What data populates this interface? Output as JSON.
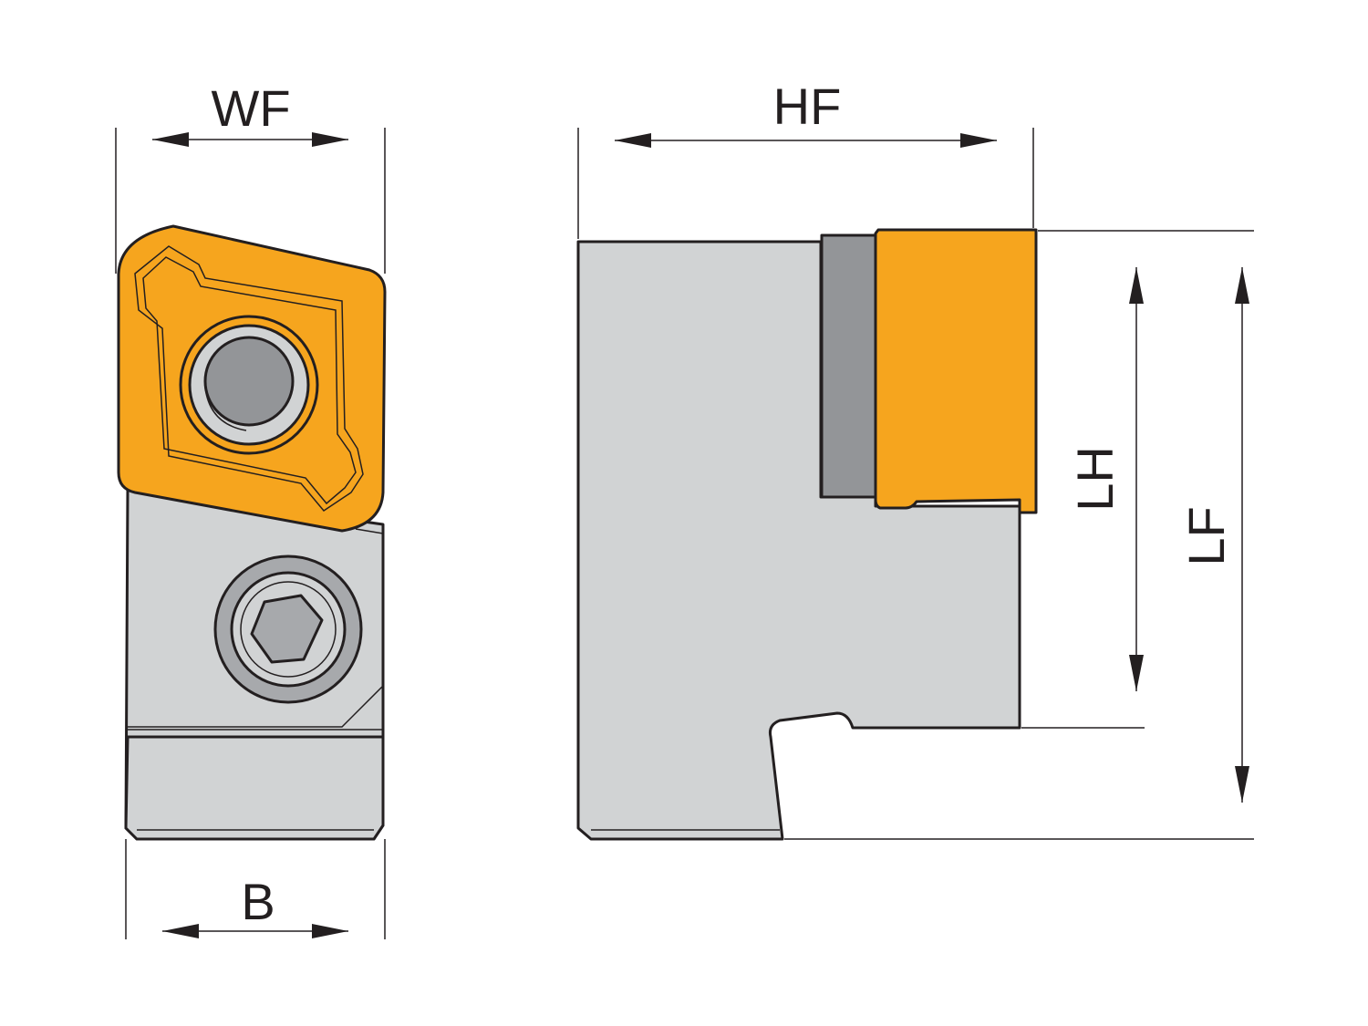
{
  "labels": {
    "wf": "WF",
    "hf": "HF",
    "b": "B",
    "lh": "LH",
    "lf": "LF"
  },
  "colors": {
    "insert_orange": "#f6a51e",
    "body_gray": "#d1d3d4",
    "dark_gray": "#939598",
    "screw_gray": "#a7a9ac",
    "line": "#231f20"
  }
}
